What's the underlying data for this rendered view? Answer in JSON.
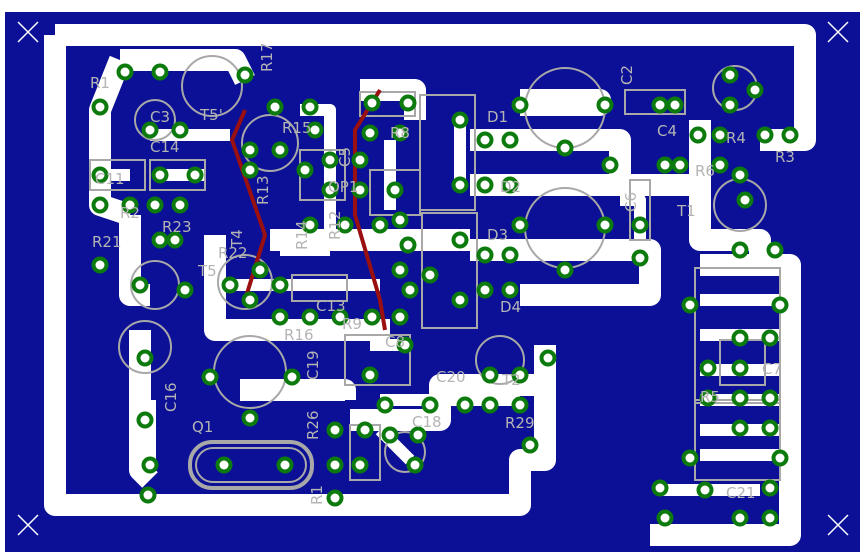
{
  "colors": {
    "copper": "#0b1096",
    "trace": "#ffffff",
    "pad": "#0d7a0d",
    "drill": "#ffffff",
    "silk": "#a8a8a8",
    "wire": "#9a1010"
  },
  "labels": [
    {
      "id": "R1",
      "t": "R1"
    },
    {
      "id": "C3",
      "t": "C3"
    },
    {
      "id": "T5p",
      "t": "T5'"
    },
    {
      "id": "R17",
      "t": "R17"
    },
    {
      "id": "C14",
      "t": "C14"
    },
    {
      "id": "R15",
      "t": "R15"
    },
    {
      "id": "R8",
      "t": "R8"
    },
    {
      "id": "D1",
      "t": "D1"
    },
    {
      "id": "C2",
      "t": "C2"
    },
    {
      "id": "C4",
      "t": "C4"
    },
    {
      "id": "R4",
      "t": "R4"
    },
    {
      "id": "C11",
      "t": "C11"
    },
    {
      "id": "R2",
      "t": "R2"
    },
    {
      "id": "R13",
      "t": "R13"
    },
    {
      "id": "C5",
      "t": "C5"
    },
    {
      "id": "OP1",
      "t": "OP1"
    },
    {
      "id": "D2",
      "t": "D2"
    },
    {
      "id": "R3",
      "t": "R3"
    },
    {
      "id": "R21",
      "t": "R21"
    },
    {
      "id": "R23",
      "t": "R23"
    },
    {
      "id": "R14",
      "t": "R14"
    },
    {
      "id": "R12",
      "t": "R12"
    },
    {
      "id": "D3",
      "t": "D3"
    },
    {
      "id": "T1",
      "t": "T1"
    },
    {
      "id": "C6",
      "t": "C6"
    },
    {
      "id": "R22",
      "t": "R22"
    },
    {
      "id": "T4",
      "t": "T4"
    },
    {
      "id": "R6",
      "t": "R6"
    },
    {
      "id": "T5",
      "t": "T5"
    },
    {
      "id": "C13",
      "t": "C13"
    },
    {
      "id": "D4",
      "t": "D4"
    },
    {
      "id": "R16",
      "t": "R16"
    },
    {
      "id": "R9",
      "t": "R9"
    },
    {
      "id": "C8",
      "t": "C8"
    },
    {
      "id": "C19",
      "t": "C19"
    },
    {
      "id": "C20",
      "t": "C20"
    },
    {
      "id": "C16",
      "t": "C16"
    },
    {
      "id": "T2",
      "t": "T2"
    },
    {
      "id": "C18",
      "t": "C18"
    },
    {
      "id": "Q1",
      "t": "Q1"
    },
    {
      "id": "R26",
      "t": "R26"
    },
    {
      "id": "R29",
      "t": "R29"
    },
    {
      "id": "C21",
      "t": "C21"
    },
    {
      "id": "R1b",
      "t": "R1"
    },
    {
      "id": "R5",
      "t": "R5"
    },
    {
      "id": "C7",
      "t": "C7"
    }
  ]
}
